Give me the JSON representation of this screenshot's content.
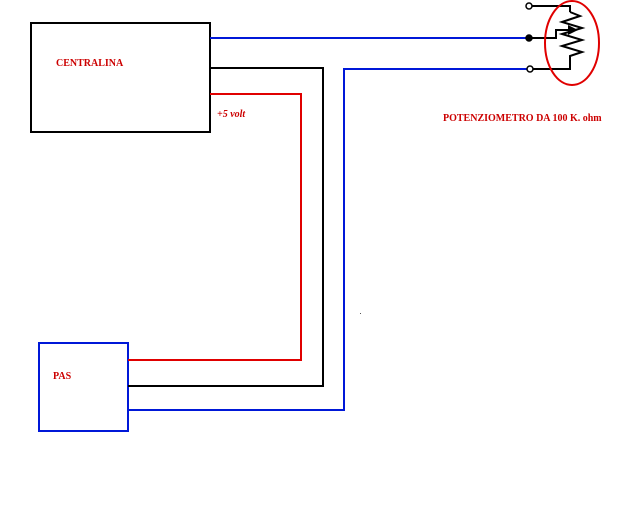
{
  "blocks": {
    "centralina": {
      "label": "CENTRALINA"
    },
    "pas": {
      "label": "PAS"
    }
  },
  "annotations": {
    "supply": "+5 volt",
    "potentiometer": "POTENZIOMETRO DA  100   K. ohm"
  },
  "colors": {
    "black": "#000000",
    "blue": "#0018d8",
    "red": "#e00000",
    "label_red": "#cc0000",
    "background": "#ffffff"
  },
  "icons": {
    "potentiometer": "potentiometer-symbol"
  }
}
